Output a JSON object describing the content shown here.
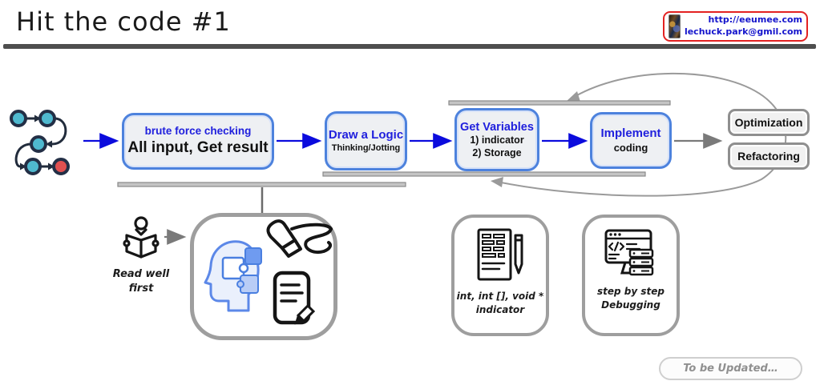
{
  "header": {
    "title": "Hit the code #1",
    "badge": {
      "url": "http://eeumee.com",
      "email": "lechuck.park@gmil.com"
    }
  },
  "flow": {
    "step1": {
      "title": "brute force checking",
      "subtitle": "All input, Get result"
    },
    "step2": {
      "title": "Draw a Logic",
      "subtitle": "Thinking/Jotting"
    },
    "step3": {
      "title": "Get Variables",
      "line1": "1) indicator",
      "line2": "2) Storage"
    },
    "step4": {
      "title": "Implement",
      "subtitle": "coding"
    },
    "side1": "Optimization",
    "side2": "Refactoring"
  },
  "annotations": {
    "read_note_line1": "Read well",
    "read_note_line2": "first",
    "indicator_line1": "int, int [], void *",
    "indicator_line2": "indicator",
    "debug_line1": "step by step",
    "debug_line2": "Debugging",
    "footer_note": "To be Updated…"
  },
  "icons": {
    "workflow": "workflow-path-icon",
    "person": "person-reading-icon",
    "head_puzzle": "head-puzzle-icon",
    "pencil": "pencil-sketch-icon",
    "notepad": "notepad-edit-icon",
    "document_pen": "document-pen-icon",
    "debug_browser": "debug-browser-icon",
    "photo": "profile-photo-thumbnail"
  },
  "colors": {
    "accent_blue_border": "#4d82dd",
    "accent_blue_text": "#2020dd",
    "arrow_blue": "#0b0bdd",
    "gray_border": "#9e9e9e",
    "gray_bar": "#c0c0c0",
    "badge_border": "#e32222",
    "badge_text": "#1414cc",
    "node_fill": "#eef0f3",
    "cyan_node": "#4fb9cf",
    "red_node": "#e05050",
    "title_text": "#1a1a1a"
  }
}
